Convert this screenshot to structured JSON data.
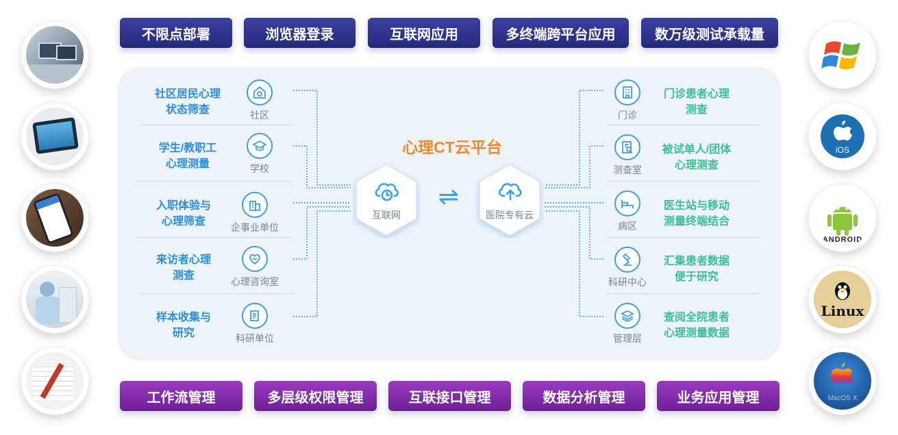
{
  "top_features": [
    "不限点部署",
    "浏览器登录",
    "互联网应用",
    "多终端跨平台应用",
    "数万级测试承载量"
  ],
  "bottom_features": [
    "工作流管理",
    "多层级权限管理",
    "互联接口管理",
    "数据分析管理",
    "业务应用管理"
  ],
  "platform": {
    "title": "心理CT云平台",
    "left_node": "互联网",
    "right_node": "医院专有云",
    "exchange_symbol": "⇌"
  },
  "left_items": [
    {
      "title_line1": "社区居民心理",
      "title_line2": "状态筛查",
      "icon": "community-icon",
      "label": "社区"
    },
    {
      "title_line1": "学生/教职工",
      "title_line2": "心理测量",
      "icon": "school-icon",
      "label": "学校"
    },
    {
      "title_line1": "入职体验与",
      "title_line2": "心理筛查",
      "icon": "enterprise-icon",
      "label": "企事业单位"
    },
    {
      "title_line1": "来访者心理",
      "title_line2": "测查",
      "icon": "counseling-icon",
      "label": "心理咨询室"
    },
    {
      "title_line1": "样本收集与",
      "title_line2": "研究",
      "icon": "research-unit-icon",
      "label": "科研单位"
    }
  ],
  "right_items": [
    {
      "title_line1": "门诊患者心理",
      "title_line2": "测查",
      "icon": "clinic-icon",
      "label": "门诊"
    },
    {
      "title_line1": "被试单人/团体",
      "title_line2": "心理测查",
      "icon": "test-room-icon",
      "label": "测查室"
    },
    {
      "title_line1": "医生站与移动",
      "title_line2": "测量终端结合",
      "icon": "ward-icon",
      "label": "病区"
    },
    {
      "title_line1": "汇集患者数据",
      "title_line2": "便于研究",
      "icon": "research-center-icon",
      "label": "科研中心"
    },
    {
      "title_line1": "查阅全院患者",
      "title_line2": "心理测量数据",
      "icon": "management-icon",
      "label": "管理层"
    }
  ],
  "os_logos": {
    "ios": "iOS",
    "android": "ANDROID",
    "linux": "Linux",
    "macos": "MacOS X"
  },
  "colors": {
    "top_pill": "#2b2f86",
    "bottom_pill": "#7a26a6",
    "left_text": "#2c8ee0",
    "right_text": "#3cbf96",
    "platform_title": "#f08a2c",
    "panel_bg": "#edf3f9"
  }
}
